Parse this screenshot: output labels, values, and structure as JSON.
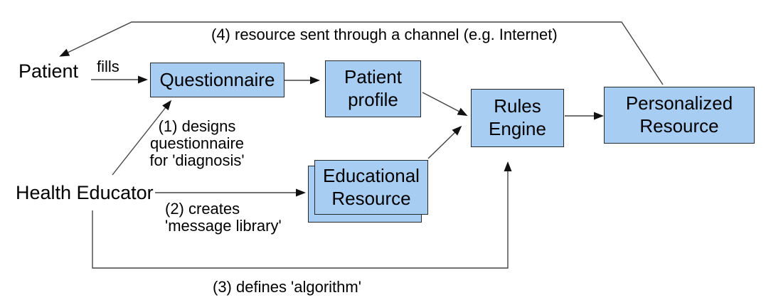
{
  "actors": {
    "patient": "Patient",
    "health_educator": "Health Educator"
  },
  "nodes": {
    "questionnaire": "Questionnaire",
    "patient_profile": "Patient\nprofile",
    "rules_engine": "Rules\nEngine",
    "personalized_resource": "Personalized\nResource",
    "educational_resource": "Educational\nResource"
  },
  "edge_labels": {
    "fills": "fills",
    "step1": "(1) designs\nquestionnaire\nfor 'diagnosis'",
    "step2": "(2) creates\n'message library'",
    "step3": "(3) defines 'algorithm'",
    "step4": "(4) resource sent through a channel (e.g. Internet)"
  },
  "colors": {
    "background": "#FFFFFF",
    "node_fill": "#A7CDF2",
    "node_border": "#26282B",
    "arrow_line": "#444444",
    "arrowhead": "#111111",
    "text": "#000000"
  }
}
